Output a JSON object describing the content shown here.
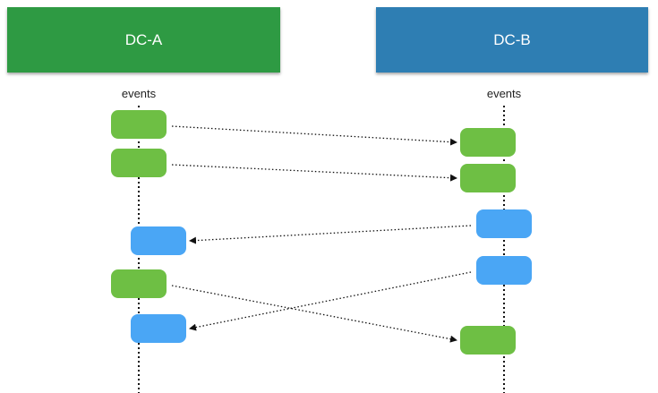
{
  "lanes": {
    "a": {
      "label": "DC-A",
      "events_label": "events",
      "color": "#2e9a43"
    },
    "b": {
      "label": "DC-B",
      "events_label": "events",
      "color": "#2e7eb3"
    }
  },
  "event_colors": {
    "green": "#6ebf44",
    "blue": "#4aa6f5"
  },
  "events": [
    {
      "id": "a1",
      "lane": "a",
      "color": "green"
    },
    {
      "id": "a2",
      "lane": "a",
      "color": "green"
    },
    {
      "id": "a3",
      "lane": "a",
      "color": "blue"
    },
    {
      "id": "a4",
      "lane": "a",
      "color": "green"
    },
    {
      "id": "a5",
      "lane": "a",
      "color": "blue"
    },
    {
      "id": "b1",
      "lane": "b",
      "color": "green"
    },
    {
      "id": "b2",
      "lane": "b",
      "color": "green"
    },
    {
      "id": "b3",
      "lane": "b",
      "color": "blue"
    },
    {
      "id": "b4",
      "lane": "b",
      "color": "blue"
    },
    {
      "id": "b5",
      "lane": "b",
      "color": "green"
    }
  ],
  "messages": [
    {
      "from": "a1",
      "to": "b1"
    },
    {
      "from": "a2",
      "to": "b2"
    },
    {
      "from": "b3",
      "to": "a3"
    },
    {
      "from": "b4",
      "to": "a5"
    },
    {
      "from": "a4",
      "to": "b5"
    }
  ]
}
